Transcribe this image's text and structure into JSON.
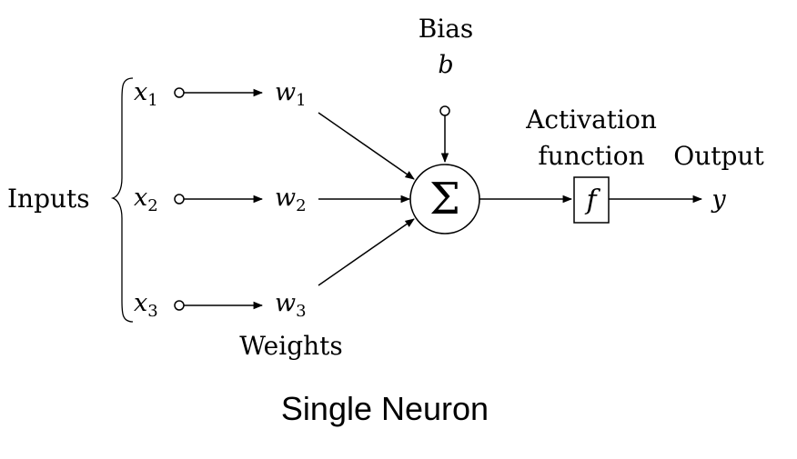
{
  "diagram": {
    "bias": {
      "label": "Bias",
      "symbol": "b"
    },
    "inputs": {
      "label": "Inputs",
      "items": [
        {
          "var": "x",
          "sub": "1"
        },
        {
          "var": "x",
          "sub": "2"
        },
        {
          "var": "x",
          "sub": "3"
        }
      ]
    },
    "weights": {
      "label": "Weights",
      "items": [
        {
          "var": "w",
          "sub": "1"
        },
        {
          "var": "w",
          "sub": "2"
        },
        {
          "var": "w",
          "sub": "3"
        }
      ]
    },
    "sum_symbol": "Σ",
    "activation": {
      "label_line1": "Activation",
      "label_line2": "function",
      "symbol": "f"
    },
    "output": {
      "label": "Output",
      "symbol": "y"
    }
  },
  "caption": "Single Neuron"
}
